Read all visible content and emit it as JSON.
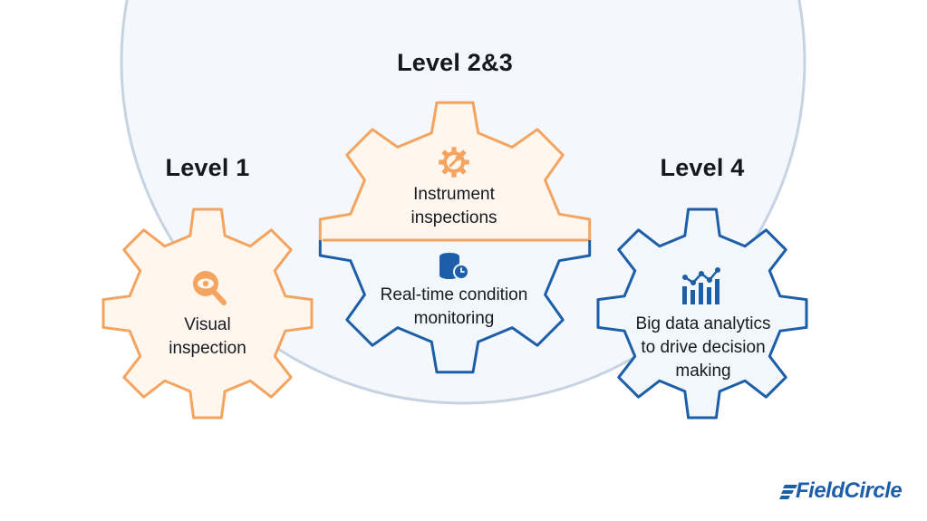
{
  "levels": [
    {
      "title": "Level 1",
      "lines": [
        "Visual",
        "inspection"
      ],
      "icon": "magnifier-eye-icon",
      "color": "#f4a45f"
    },
    {
      "title": "Level 2&3",
      "top_lines": [
        "Instrument",
        "inspections"
      ],
      "top_icon": "gear-wrench-icon",
      "bottom_lines": [
        "Real-time condition",
        "monitoring"
      ],
      "bottom_icon": "database-clock-icon",
      "top_color": "#f4a45f",
      "bottom_color": "#1d5ea8"
    },
    {
      "title": "Level 4",
      "lines": [
        "Big data analytics",
        "to drive decision",
        "making"
      ],
      "icon": "analytics-chart-icon",
      "color": "#1d5ea8"
    }
  ],
  "brand": {
    "name": "FieldCircle",
    "color": "#1d5ea8"
  },
  "colors": {
    "orange": "#f4a45f",
    "orange_fill": "#fff6ee",
    "blue": "#1d5ea8",
    "blue_fill": "#f2f7fc",
    "circle_fill": "#f4f7fb",
    "circle_stroke": "#c6d3e2"
  }
}
